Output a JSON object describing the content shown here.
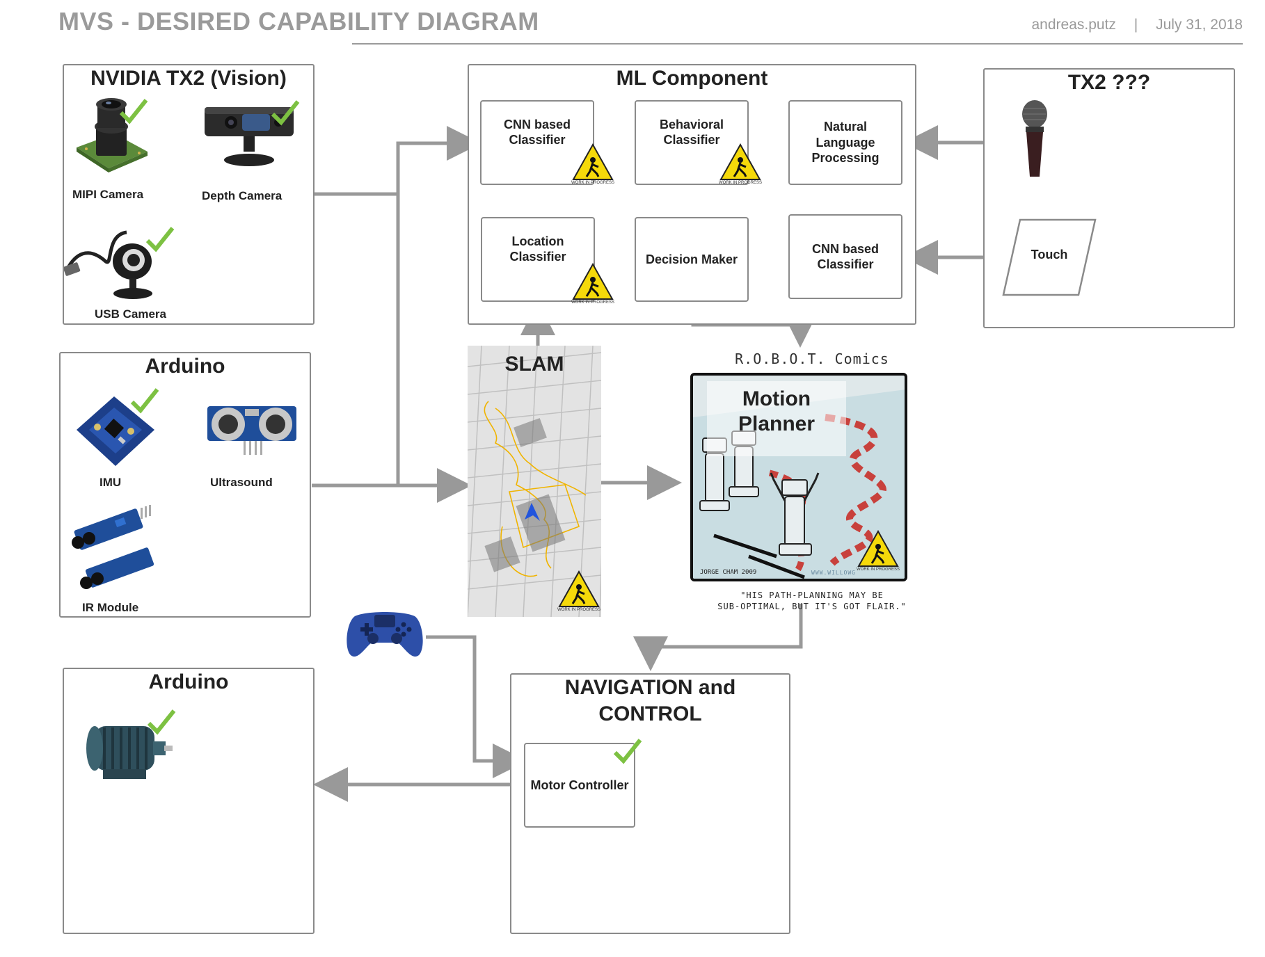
{
  "header": {
    "title": "MVS - DESIRED CAPABILITY DIAGRAM",
    "author": "andreas.putz",
    "separator": "|",
    "date": "July 31, 2018"
  },
  "vision_group": {
    "title": "NVIDIA TX2 (Vision)",
    "items": [
      {
        "label": "MIPI Camera",
        "icon": "camera-module-icon",
        "status": "done"
      },
      {
        "label": "Depth Camera",
        "icon": "depth-camera-icon",
        "status": "done"
      },
      {
        "label": "USB Camera",
        "icon": "webcam-icon",
        "status": "done"
      }
    ]
  },
  "arduino_sensors": {
    "title": "Arduino",
    "items": [
      {
        "label": "IMU",
        "icon": "imu-board-icon",
        "status": "done"
      },
      {
        "label": "Ultrasound",
        "icon": "ultrasound-sensor-icon"
      },
      {
        "label": "IR Module",
        "icon": "ir-module-icon"
      }
    ]
  },
  "arduino_motor": {
    "title": "Arduino",
    "items": [
      {
        "icon": "electric-motor-icon",
        "status": "done"
      }
    ]
  },
  "ml_component": {
    "title": "ML Component",
    "nodes": {
      "cnn_classifier": "CNN based\nClassifier",
      "behavioral_classifier": "Behavioral\nClassifier",
      "nlp": "Natural\nLanguage\nProcessing",
      "location_classifier": "Location\nClassifier",
      "decision_maker": "Decision Maker",
      "cnn_classifier_touch": "CNN based\nClassifier"
    }
  },
  "tx2_group": {
    "title": "TX2 ???",
    "items": [
      {
        "icon": "microphone-icon"
      },
      {
        "label": "Touch"
      }
    ]
  },
  "slam": {
    "title": "SLAM"
  },
  "motion_planner": {
    "title": "Motion\nPlanner",
    "comic_header": "R.O.B.O.T. Comics",
    "comic_credit": "JORGE CHAM 2009",
    "comic_url": "WWW.WILLOWG",
    "caption": "\"HIS PATH-PLANNING MAY BE\nSUB-OPTIMAL, BUT IT'S GOT FLAIR.\""
  },
  "navigation": {
    "title": "NAVIGATION and\nCONTROL",
    "nodes": {
      "motor_controller": "Motor Controller"
    }
  },
  "gamepad": {
    "icon": "gamepad-icon"
  },
  "wip_badge_caption": "WORK IN PROGRESS",
  "colors": {
    "connector": "#999999",
    "border": "#8a8a8a",
    "check": "#7dc142",
    "wip_yellow": "#f5d90a",
    "title_gray": "#9a9a9a"
  }
}
